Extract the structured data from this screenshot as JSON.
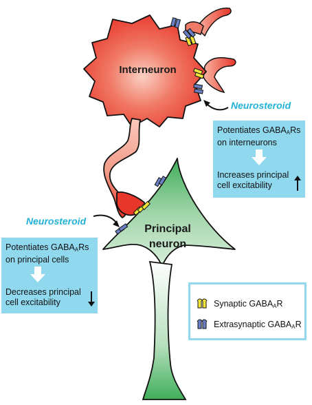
{
  "cells": {
    "interneuron": "Interneuron",
    "principal_line1": "Principal",
    "principal_line2": "neuron"
  },
  "neurosteroid_label": "Neurosteroid",
  "interneuron_box": {
    "line1": "Potentiates GABA",
    "line1_sub": "A",
    "line1_end": "Rs",
    "line2": "on interneurons",
    "line3": "Increases principal",
    "line4": "cell excitability",
    "trend": "up"
  },
  "principal_box": {
    "line1": "Potentiates GABA",
    "line1_sub": "A",
    "line1_end": "Rs",
    "line2": "on principal cells",
    "line3": "Decreases principal",
    "line4": "cell excitability",
    "trend": "down"
  },
  "legend": {
    "synaptic_label": "Synaptic GABA",
    "synaptic_sub": "A",
    "synaptic_end": "R",
    "extrasynaptic_label": "Extrasynaptic GABA",
    "extrasynaptic_sub": "A",
    "extrasynaptic_end": "R"
  },
  "colors": {
    "interneuron_red": "#e8362a",
    "interneuron_light": "#f7b8a8",
    "principal_green": "#4db865",
    "principal_light": "#d3ecd6",
    "synaptic_receptor": "#f2e63a",
    "extrasynaptic_receptor": "#6b7fc4",
    "box_blue": "#8fd8ee",
    "neurosteroid_text": "#22b2d6"
  }
}
